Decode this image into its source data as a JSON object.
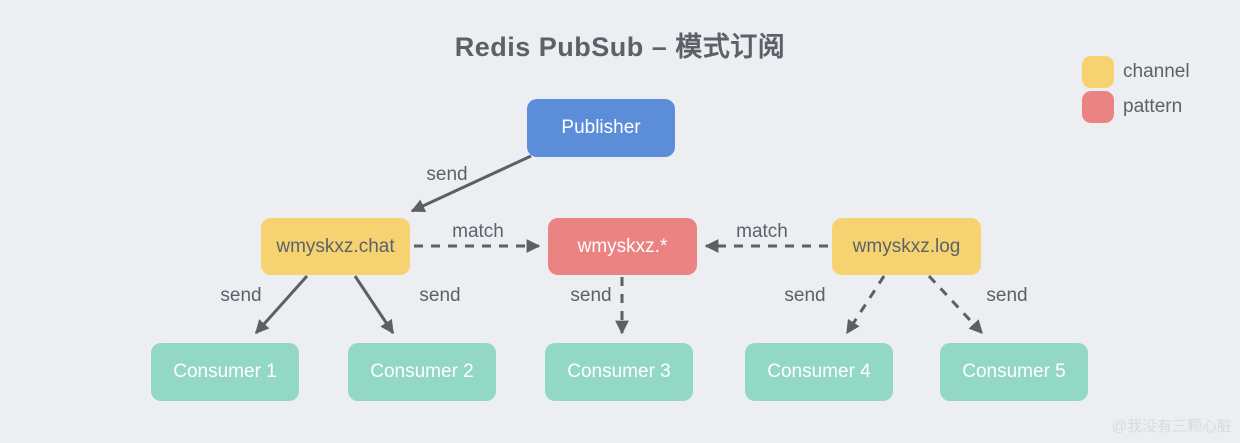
{
  "title": "Redis PubSub – 模式订阅",
  "watermark": "@我没有三颗心脏",
  "legend": [
    {
      "label": "channel",
      "color": "#F6D370"
    },
    {
      "label": "pattern",
      "color": "#EC8383"
    }
  ],
  "nodes": {
    "publisher": {
      "label": "Publisher",
      "type": "publisher"
    },
    "channel_chat": {
      "label": "wmyskxz.chat",
      "type": "channel"
    },
    "pattern_star": {
      "label": "wmyskxz.*",
      "type": "pattern"
    },
    "channel_log": {
      "label": "wmyskxz.log",
      "type": "channel"
    },
    "consumers": [
      {
        "label": "Consumer 1"
      },
      {
        "label": "Consumer 2"
      },
      {
        "label": "Consumer 3"
      },
      {
        "label": "Consumer 4"
      },
      {
        "label": "Consumer 5"
      }
    ]
  },
  "edges": [
    {
      "from": "Publisher",
      "to": "wmyskxz.chat",
      "label": "send",
      "style": "solid"
    },
    {
      "from": "wmyskxz.chat",
      "to": "Consumer 1",
      "label": "send",
      "style": "solid"
    },
    {
      "from": "wmyskxz.chat",
      "to": "Consumer 2",
      "label": "send",
      "style": "solid"
    },
    {
      "from": "wmyskxz.chat",
      "to": "wmyskxz.*",
      "label": "match",
      "style": "dashed"
    },
    {
      "from": "wmyskxz.log",
      "to": "wmyskxz.*",
      "label": "match",
      "style": "dashed"
    },
    {
      "from": "wmyskxz.*",
      "to": "Consumer 3",
      "label": "send",
      "style": "dashed"
    },
    {
      "from": "wmyskxz.log",
      "to": "Consumer 4",
      "label": "send",
      "style": "dashed"
    },
    {
      "from": "wmyskxz.log",
      "to": "Consumer 5",
      "label": "send",
      "style": "dashed"
    }
  ],
  "colors": {
    "background": "#EDEEF2",
    "publisher": "#5B8DD9",
    "channel": "#F6D370",
    "pattern": "#EC8383",
    "consumer": "#93D8C4",
    "text": "#5D616B",
    "arrow": "#5C5F66",
    "watermark": "#D7DAE1"
  }
}
